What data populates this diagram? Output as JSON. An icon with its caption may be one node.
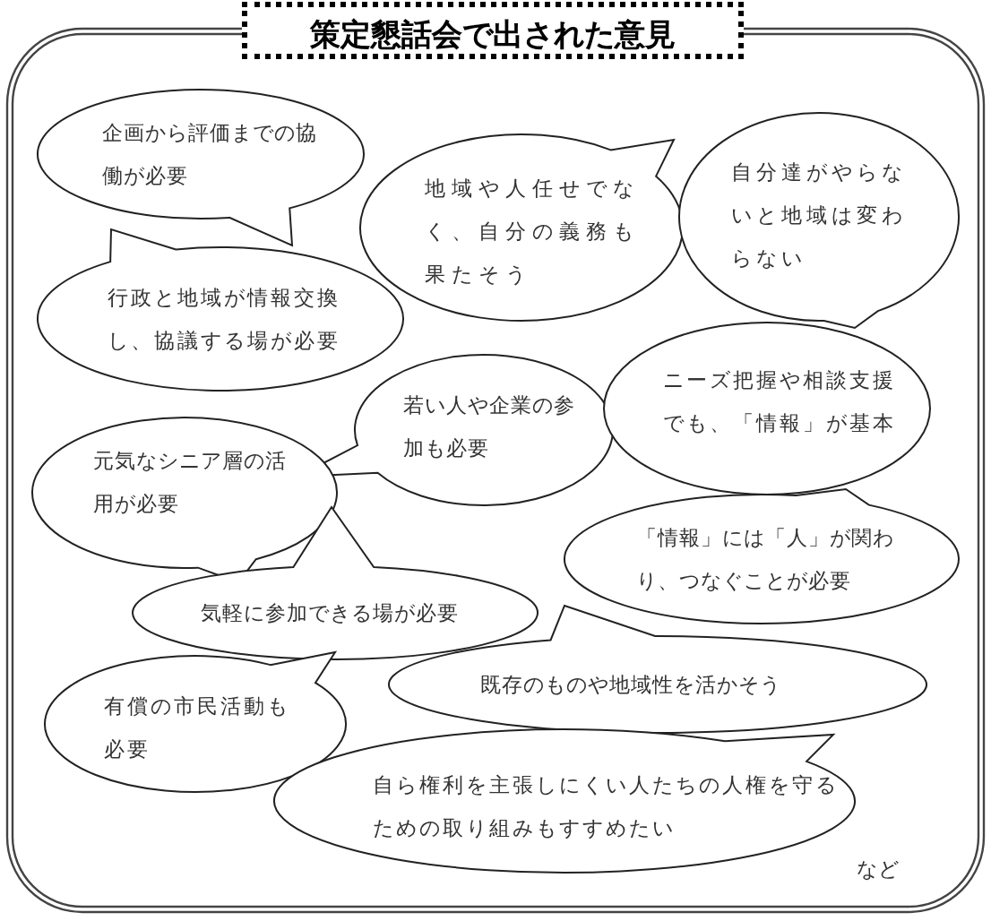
{
  "diagram": {
    "title": "策定懇話会で出された意見",
    "nodes": [
      {
        "text": [
          "企画から評価までの協働が必要"
        ]
      },
      {
        "text": [
          "行政と地域が情報交換し、協議する場が必要"
        ]
      },
      {
        "text": [
          "地域や人任せでなく、自分の義務も果たそう"
        ]
      },
      {
        "text": [
          "自分達がやらないと地域は変わらない"
        ]
      },
      {
        "text": [
          "若い人や企業の参加も必要"
        ]
      },
      {
        "text": [
          "ニーズ把握や相談支援でも、「情報」が基本"
        ]
      },
      {
        "text": [
          "「情報」には「人」が関わり、つなぐことが必要"
        ]
      },
      {
        "text": [
          "元気なシニア層の活用が必要"
        ]
      },
      {
        "text": [
          "気軽に参加できる場が必要"
        ]
      },
      {
        "text": [
          "有償の市民活動も必要"
        ]
      },
      {
        "text": [
          "既存のものや地域性を活かそう"
        ]
      },
      {
        "text": [
          "自ら権利を主張しにくい人たちの人権を守るための取り組みもすすめたい"
        ]
      }
    ],
    "labels": [
      "など"
    ]
  }
}
